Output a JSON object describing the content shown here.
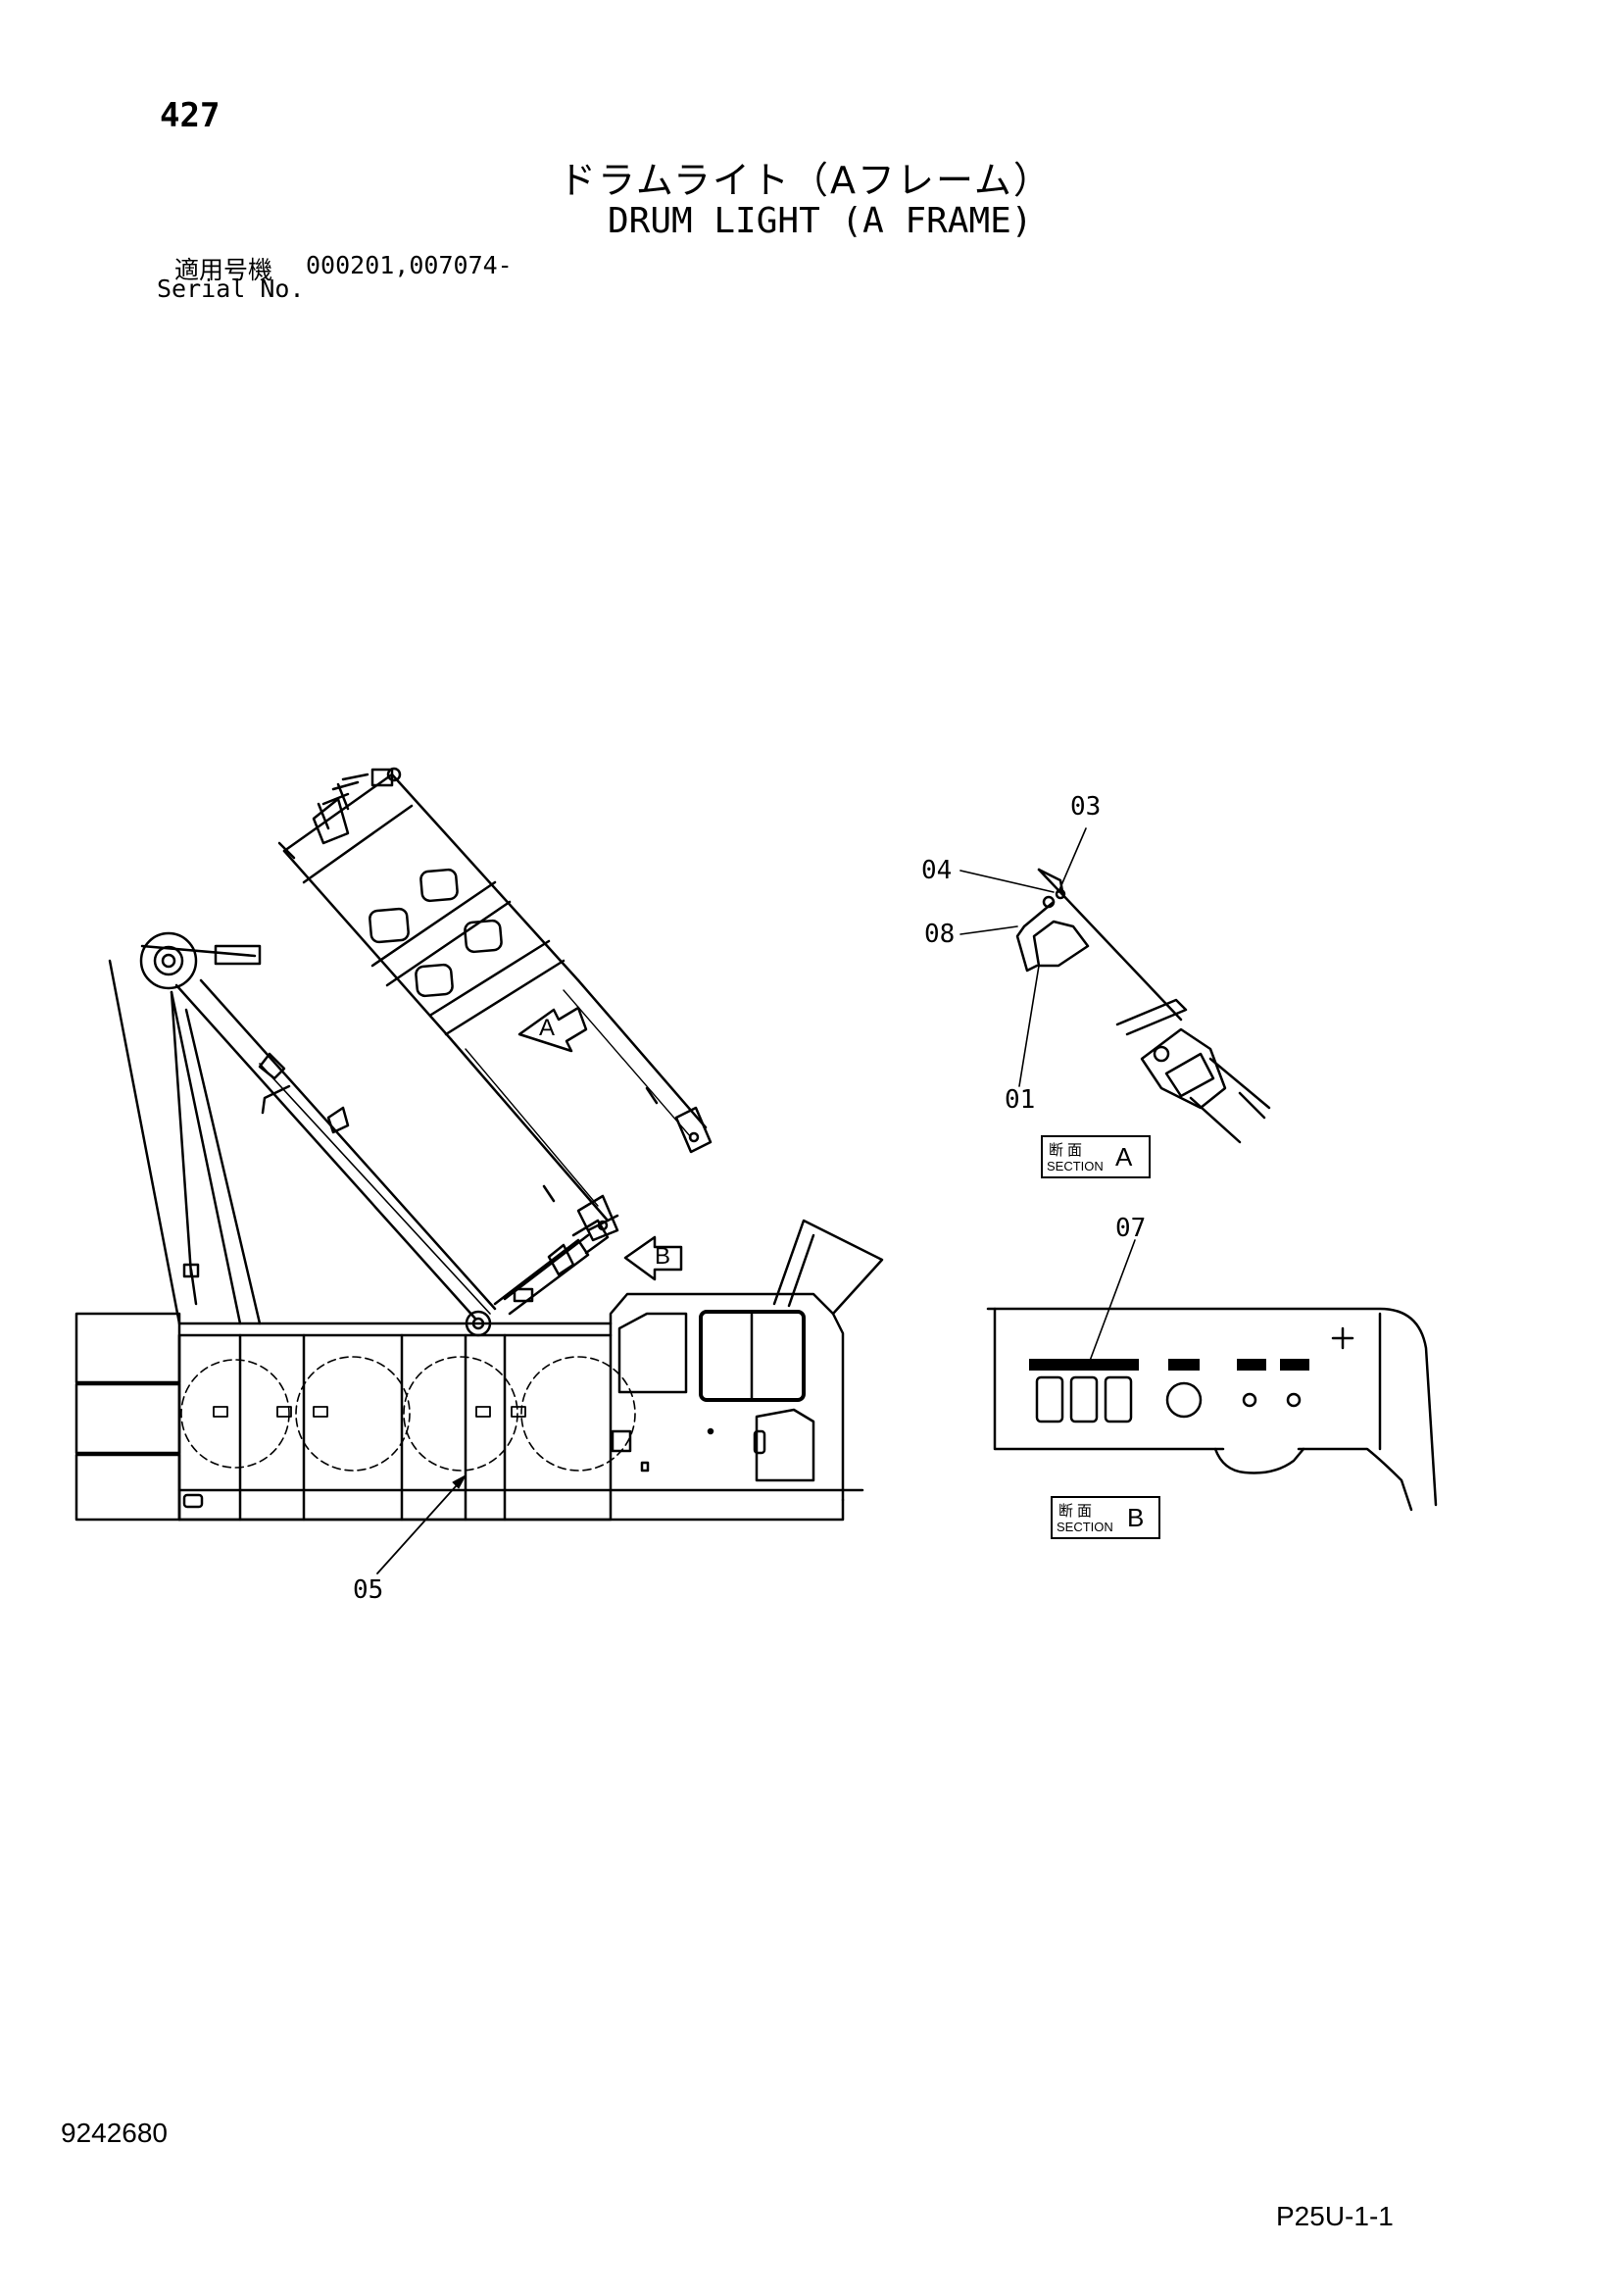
{
  "page_number": "427",
  "title_jp": "ドラムライト（Aフレーム）",
  "title_en": "DRUM LIGHT (A FRAME)",
  "serial": {
    "label_jp": "適用号機",
    "value": "000201,007074-",
    "label_en": "Serial No."
  },
  "view_markers": {
    "a": "A",
    "b": "B"
  },
  "callouts": {
    "c01": "01",
    "c03": "03",
    "c04": "04",
    "c05": "05",
    "c07": "07",
    "c08": "08"
  },
  "sections": {
    "a": {
      "label_jp": "断面",
      "label_en": "SECTION",
      "letter": "A"
    },
    "b": {
      "label_jp": "断面",
      "label_en": "SECTION",
      "letter": "B"
    }
  },
  "doc_number": "9242680",
  "page_code": "P25U-1-1"
}
